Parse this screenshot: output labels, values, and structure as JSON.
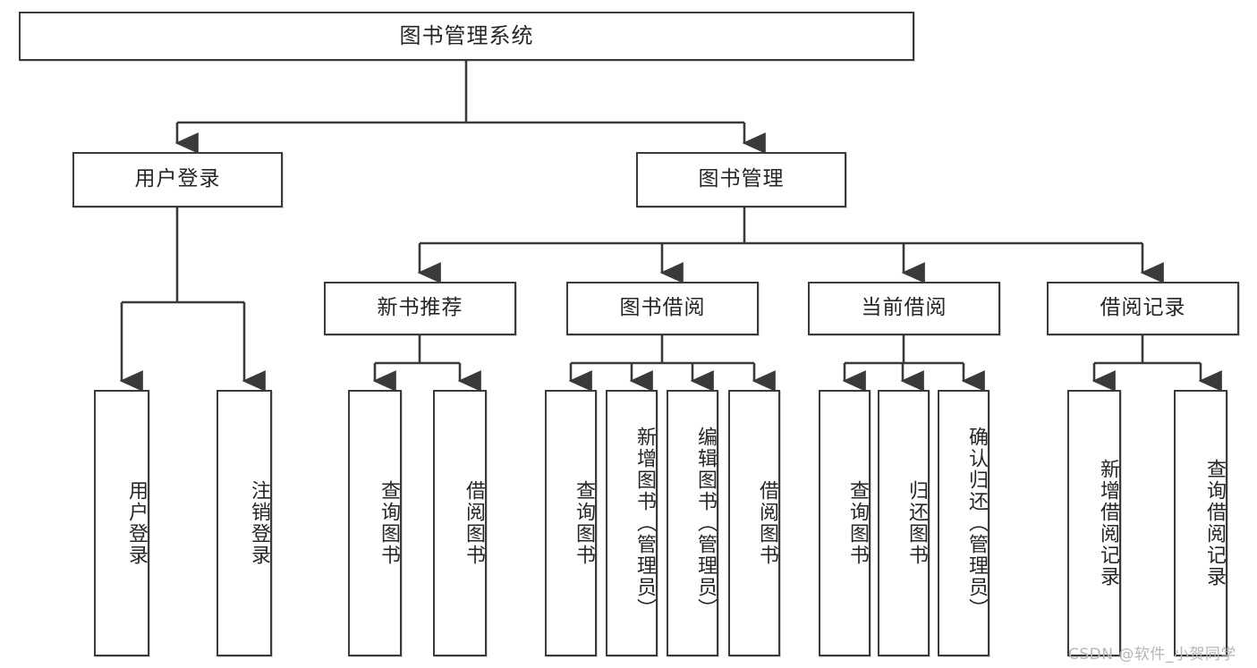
{
  "diagram": {
    "title": "图书管理系统",
    "type": "functional-decomposition-tree",
    "watermark": "CSDN @软件_小贺同学",
    "colors": {
      "background": "#ffffff",
      "node_border": "#3a3a3a",
      "node_fill": "#ffffff",
      "text": "#262626",
      "edge": "#3a3a3a",
      "watermark": "#b6b6b6"
    },
    "levels": {
      "root": "图书管理系统",
      "level2": [
        "用户登录",
        "图书管理"
      ],
      "level3": [
        "新书推荐",
        "图书借阅",
        "当前借阅",
        "借阅记录"
      ],
      "leaves": [
        "用户登录",
        "注销登录",
        "查询图书",
        "借阅图书",
        "查询图书",
        "新增图书（管理员）",
        "编辑图书（管理员）",
        "借阅图书",
        "查询图书",
        "归还图书",
        "确认归还（管理员）",
        "新增借阅记录",
        "查询借阅记录"
      ]
    },
    "nodes": {
      "root": {
        "label": "图书管理系统"
      },
      "user_login": {
        "label": "用户登录"
      },
      "book_manage": {
        "label": "图书管理"
      },
      "new_book_rec": {
        "label": "新书推荐"
      },
      "book_borrow": {
        "label": "图书借阅"
      },
      "current_borrow": {
        "label": "当前借阅"
      },
      "borrow_record": {
        "label": "借阅记录"
      },
      "leaf_user_login": {
        "label": "用户登录"
      },
      "leaf_logout": {
        "label": "注销登录"
      },
      "leaf_query_book_1": {
        "label": "查询图书"
      },
      "leaf_borrow_book_1": {
        "label": "借阅图书"
      },
      "leaf_query_book_2": {
        "label": "查询图书"
      },
      "leaf_add_book": {
        "label": "新增图书（管理员）"
      },
      "leaf_edit_book": {
        "label": "编辑图书（管理员）"
      },
      "leaf_borrow_book_2": {
        "label": "借阅图书"
      },
      "leaf_query_book_3": {
        "label": "查询图书"
      },
      "leaf_return_book": {
        "label": "归还图书"
      },
      "leaf_confirm_return": {
        "label": "确认归还（管理员）"
      },
      "leaf_add_record": {
        "label": "新增借阅记录"
      },
      "leaf_query_record": {
        "label": "查询借阅记录"
      }
    }
  }
}
